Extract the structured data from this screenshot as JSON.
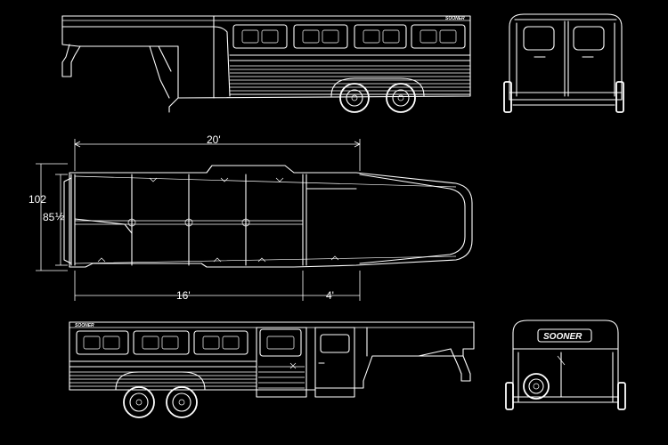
{
  "brand": "SOONER",
  "dimensions": {
    "overall_length": "20'",
    "width_outer": "102",
    "width_inner": "85",
    "width_inner_fraction": "½",
    "stall_length": "16'",
    "tack_length": "4'"
  },
  "views": {
    "side_top": "side-elevation-curbside",
    "rear_top": "rear-elevation",
    "plan": "floor-plan",
    "side_bottom": "side-elevation-roadside",
    "front_bottom": "front-elevation"
  }
}
